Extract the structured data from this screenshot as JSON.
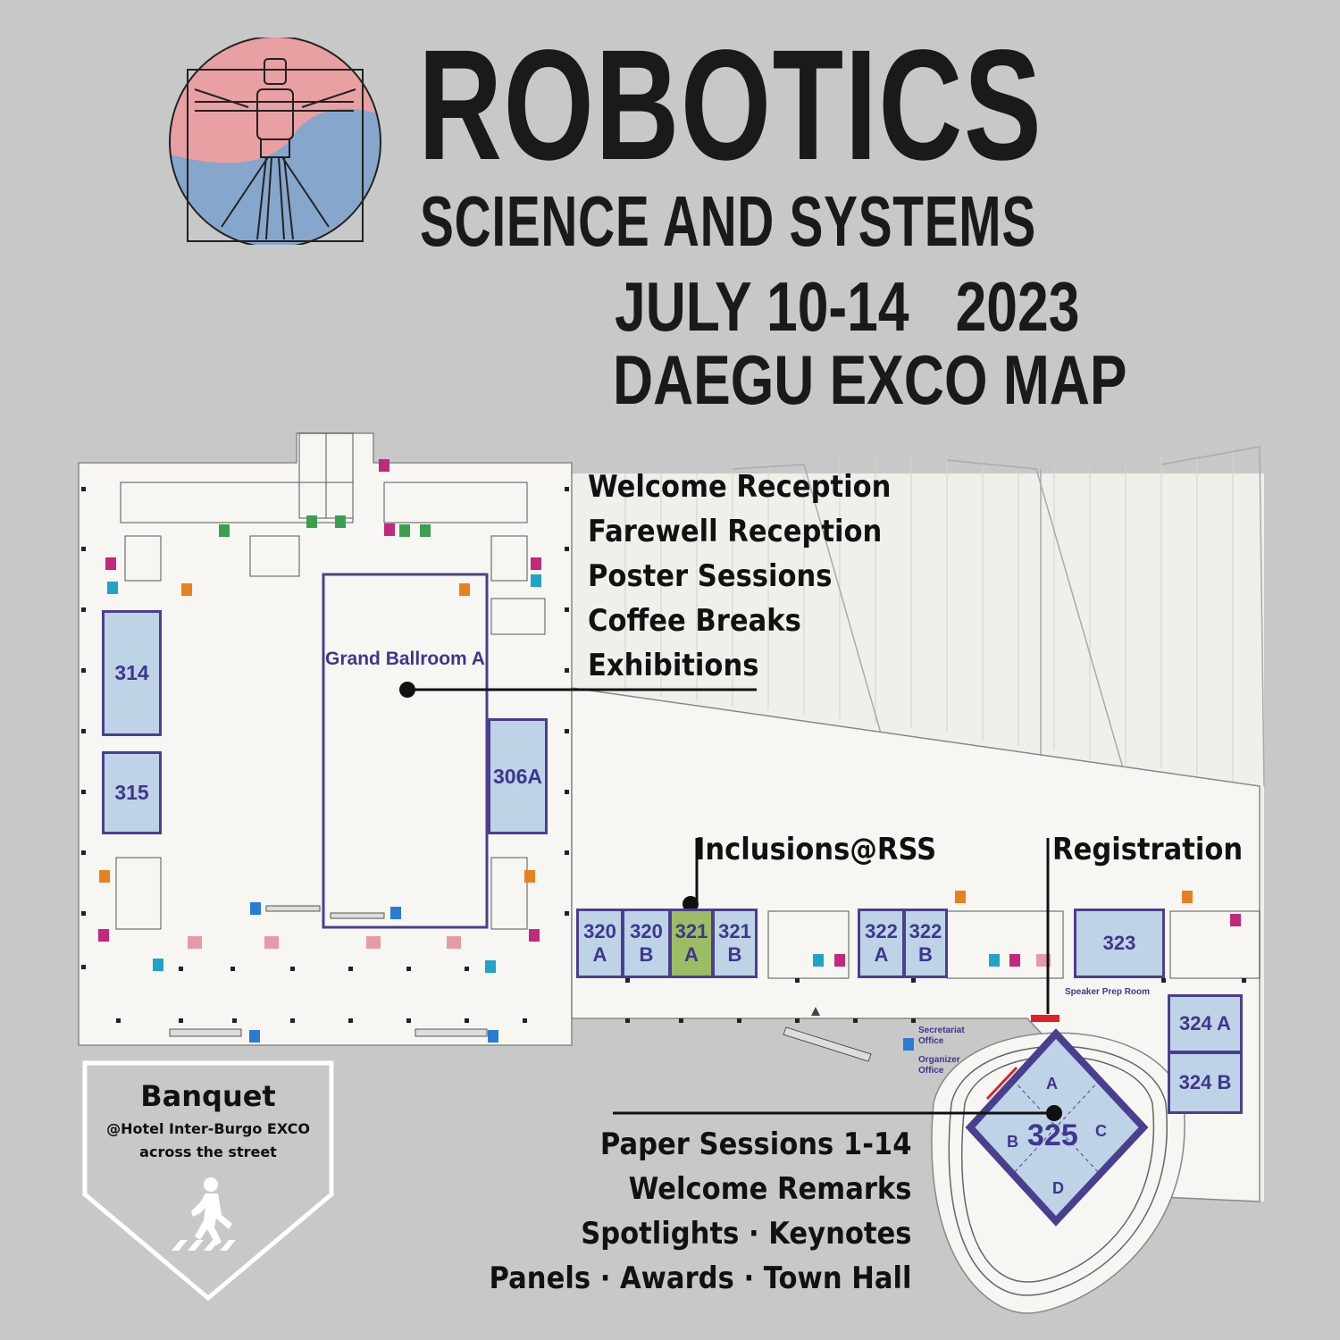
{
  "header": {
    "title": "ROBOTICS",
    "subtitle": "SCIENCE AND SYSTEMS",
    "date": "JULY 10-14   2023",
    "map_title": "DAEGU EXCO MAP"
  },
  "logo": {
    "name": "vitruvian-robot-logo",
    "colors": {
      "top": "#e8a0a3",
      "bottom": "#86a6cc"
    }
  },
  "colors": {
    "background": "#c8c8c8",
    "floor": "#f8f6f2",
    "room_fill": "#bed3e6",
    "room_border": "#4a3f8f",
    "highlight_room": "#9cbd63",
    "registration_mark": "#e0202a"
  },
  "grand_ballroom_events": [
    "Welcome Reception",
    "Farewell Reception",
    "Poster Sessions",
    "Coffee Breaks",
    "Exhibitions"
  ],
  "inclusions_label": "Inclusions@RSS",
  "registration_label": "Registration",
  "paper_sessions_events": [
    "Paper Sessions 1-14",
    "Welcome Remarks",
    "Spotlights · Keynotes",
    "Panels · Awards · Town Hall"
  ],
  "banquet": {
    "title": "Banquet",
    "venue": "@Hotel Inter-Burgo EXCO",
    "note": "across the street",
    "icon": "pedestrian-crossing-icon"
  },
  "rooms": {
    "grand_ballroom": "Grand Ballroom A",
    "r314": "314",
    "r315": "315",
    "r306a": "306A",
    "r320a": [
      "320",
      "A"
    ],
    "r320b": [
      "320",
      "B"
    ],
    "r321a": [
      "321",
      "A"
    ],
    "r321b": [
      "321",
      "B"
    ],
    "r322a": [
      "322",
      "A"
    ],
    "r322b": [
      "322",
      "B"
    ],
    "r323": "323",
    "r324a": "324 A",
    "r324b": "324 B",
    "r325": "325",
    "r325_sections": [
      "A",
      "B",
      "C",
      "D"
    ]
  },
  "small_labels": {
    "speaker_prep": "Speaker Prep Room",
    "secretariat": [
      "Secretariat",
      "Office"
    ],
    "organizer": [
      "Organizer",
      "Office"
    ]
  }
}
